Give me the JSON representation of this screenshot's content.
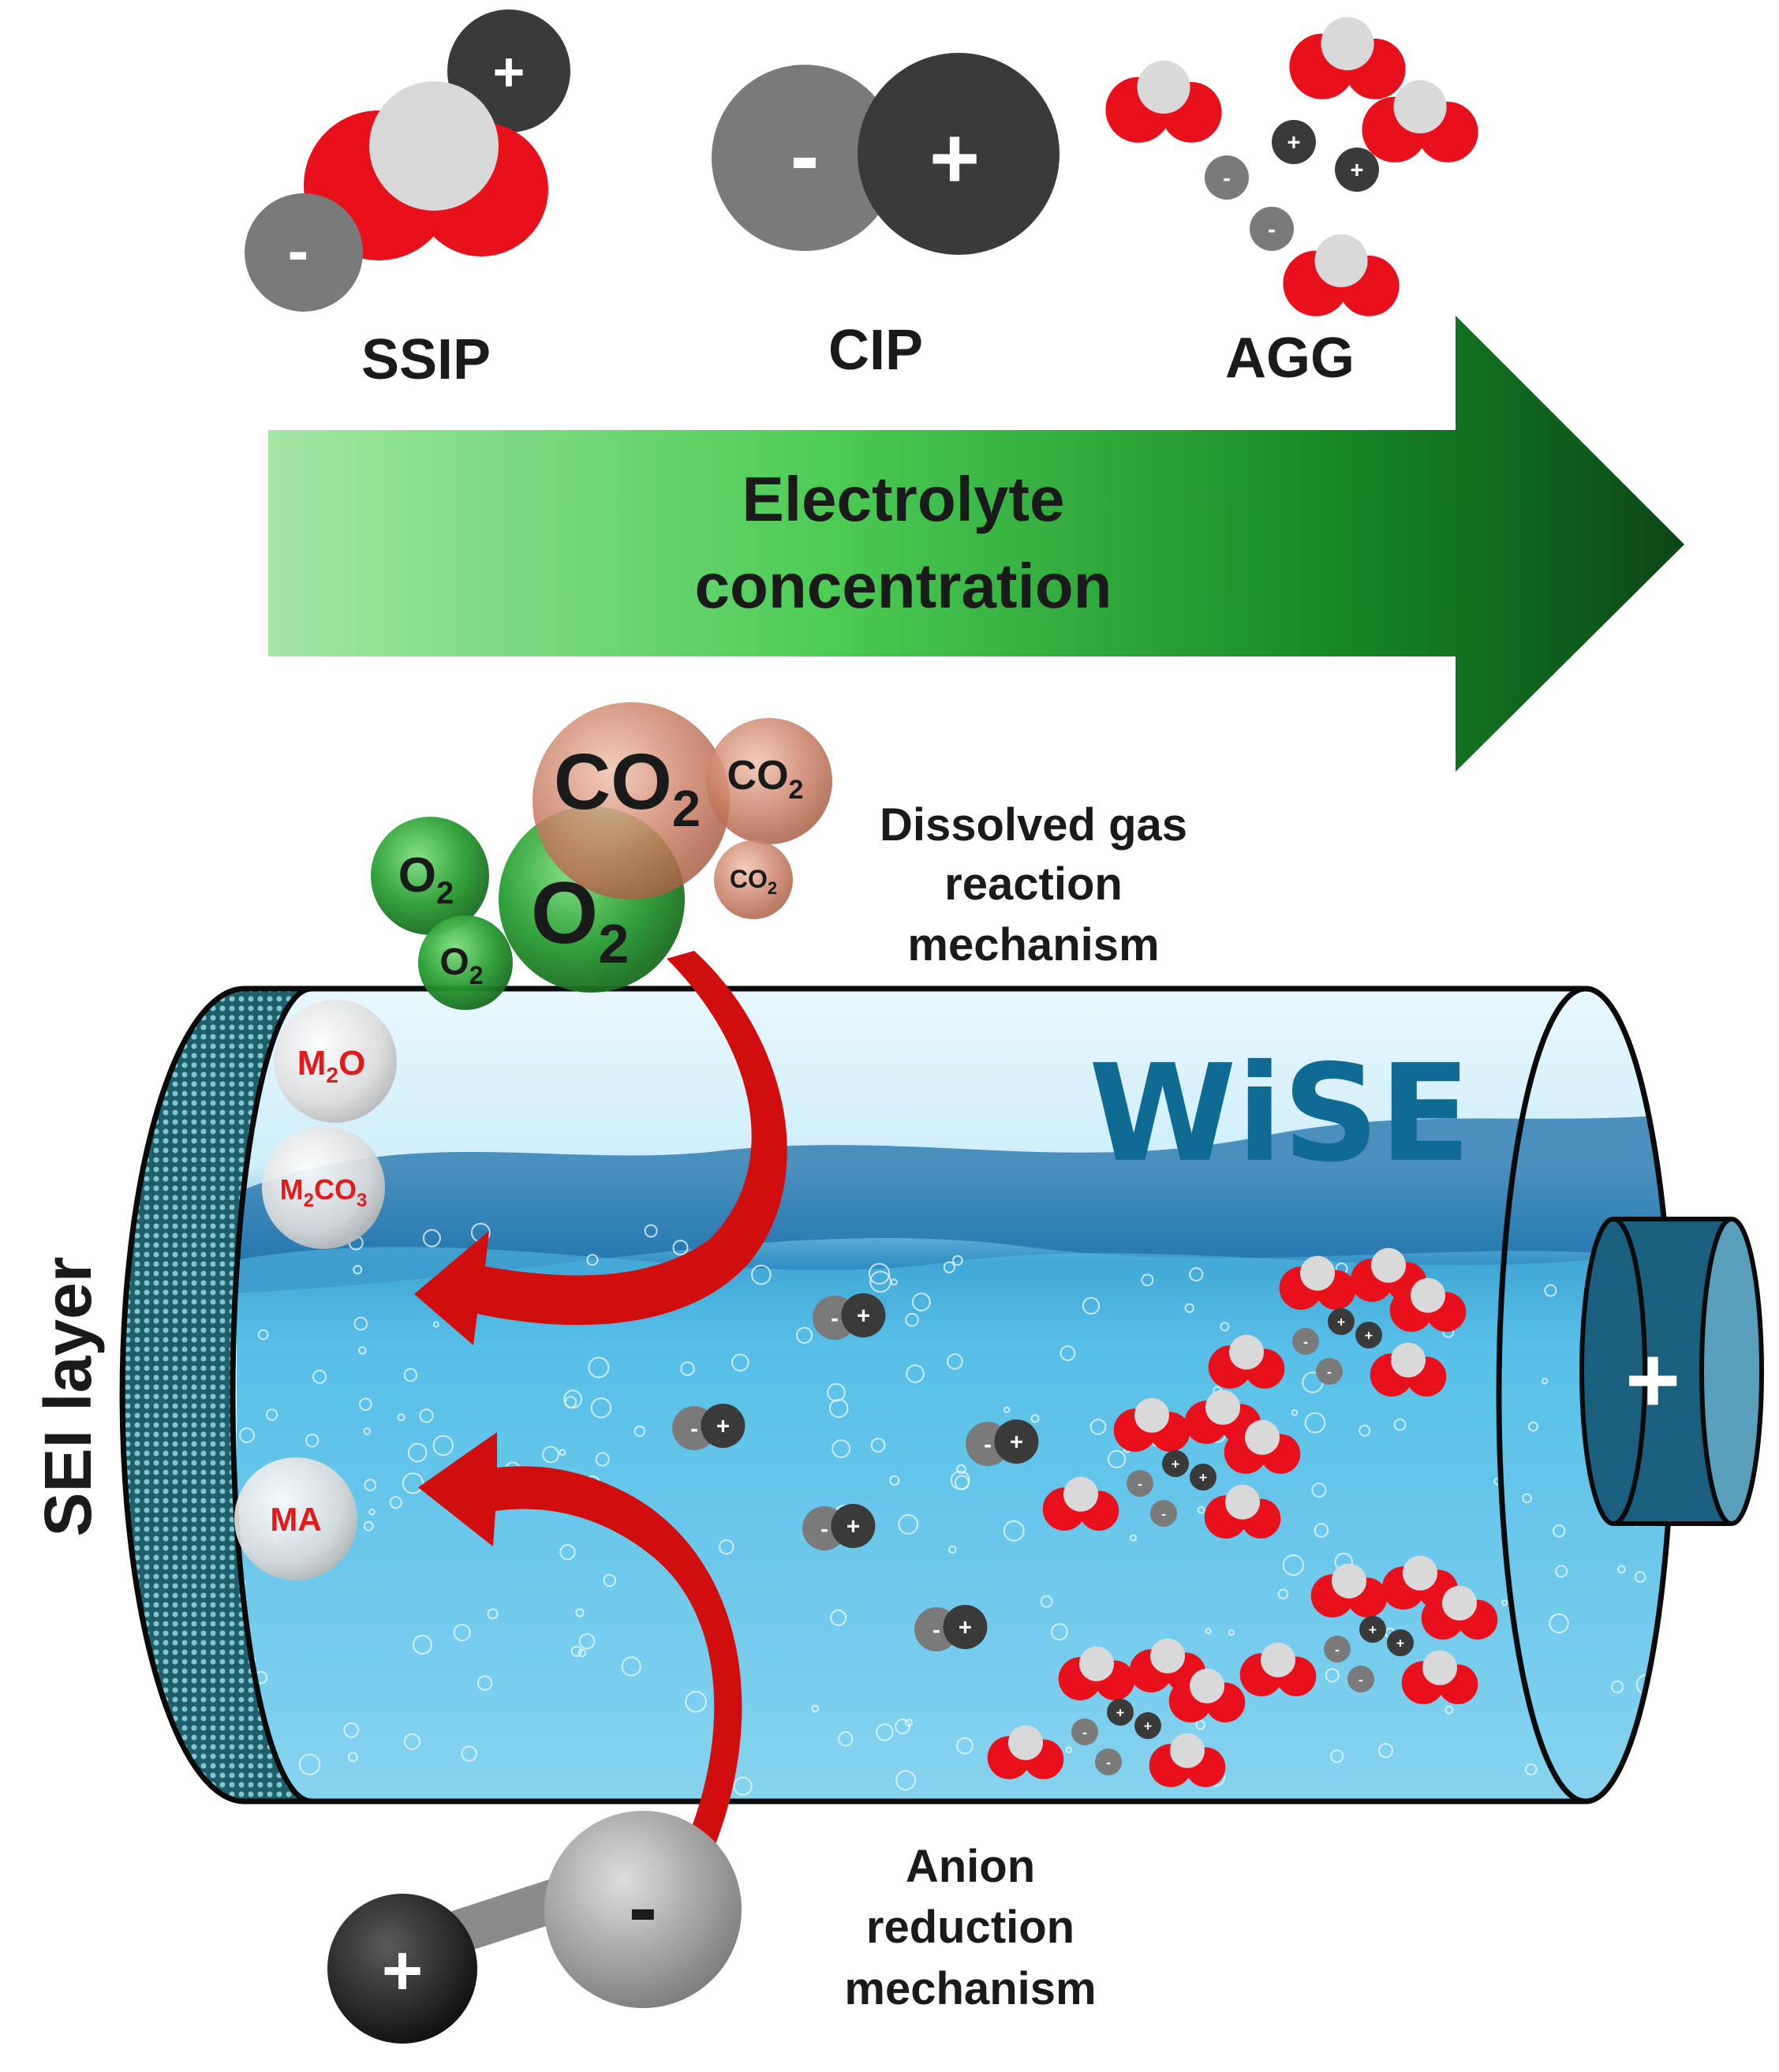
{
  "labels": {
    "ssip": "SSIP",
    "cip": "CIP",
    "agg": "AGG",
    "arrow_line1": "Electrolyte",
    "arrow_line2": "concentration",
    "gas_line1": "Dissolved gas",
    "gas_line2": "reaction",
    "gas_line3": "mechanism",
    "anion_line1": "Anion",
    "anion_line2": "reduction",
    "anion_line3": "mechanism",
    "sei": "SEI layer",
    "wise": "WiSE"
  },
  "symbols": {
    "plus": "+",
    "minus": "-"
  },
  "gases": {
    "o2": "O",
    "co2": "CO",
    "sub2": "2"
  },
  "products": {
    "m2o_m": "M",
    "m2o_sub": "2",
    "m2o_o": "O",
    "m2co3_m": "M",
    "m2co3_sub": "2",
    "m2co3_co": "CO",
    "m2co3_sub3": "3",
    "ma": "MA"
  },
  "colors": {
    "arrow_start": "#9be39e",
    "arrow_end": "#0d4a17",
    "water": "#40b4e6",
    "cation": "#3a3a3a",
    "anion": "#7a7a7a",
    "oxygen_red": "#e8101a",
    "hydrogen": "#d9d9d9",
    "o2_green": "#2fa33a",
    "co2_copper": "#c47a5f",
    "reaction_arrow": "#d10e0e",
    "terminal": "#1a5f7e"
  }
}
